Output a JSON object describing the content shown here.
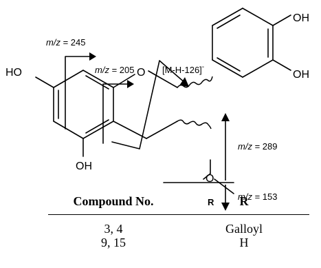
{
  "structure": {
    "atoms": {
      "ho_left": "HO",
      "oh_bottom": "OH",
      "oh_top_right": "OH",
      "oh_right": "OH",
      "ring_o": "O",
      "ester_o": "O",
      "r_group": "R"
    },
    "fragments": {
      "mz_245": {
        "prefix": "m/z",
        "value": " = 245"
      },
      "mz_205": {
        "prefix": "m/z",
        "value": " = 205"
      },
      "loss_126": "[M-H-126]",
      "loss_126_charge": "-",
      "mz_289": {
        "prefix": "m/z",
        "value": " = 289"
      },
      "mz_153": {
        "prefix": "m/z",
        "value": " = 153"
      }
    }
  },
  "table": {
    "headers": [
      "Compound No.",
      "R"
    ],
    "rows": [
      [
        "3, 4",
        "Galloyl"
      ],
      [
        "9, 15",
        "H"
      ]
    ]
  }
}
